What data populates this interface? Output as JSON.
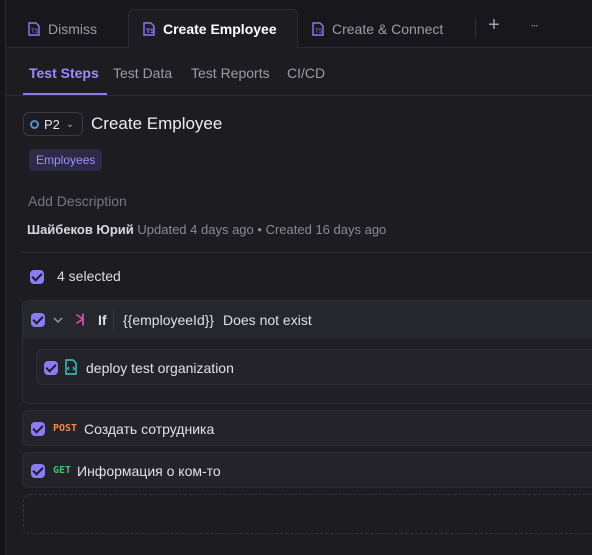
{
  "tabs": [
    {
      "label": "Dismiss",
      "icon": "test-file-icon",
      "active": false
    },
    {
      "label": "Create Employee",
      "icon": "test-file-icon",
      "active": true
    },
    {
      "label": "Create & Connect",
      "icon": "test-file-icon",
      "active": false
    }
  ],
  "tab_actions": {
    "add": "+",
    "more": "∙∙∙"
  },
  "subnav": [
    "Test Steps",
    "Test Data",
    "Test Reports",
    "CI/CD"
  ],
  "test": {
    "priority": "P2",
    "title": "Create Employee",
    "tag": "Employees",
    "description_placeholder": "Add Description",
    "author": "Шайбеков Юрий",
    "updated": "Updated 4 days ago",
    "sep": "•",
    "created": "Created 16 days ago"
  },
  "selection": {
    "label": "4 selected"
  },
  "steps": {
    "if_keyword": "If",
    "if_variable": "{{employeeId}}",
    "if_condition": "Does not exist",
    "nested": "deploy test organization",
    "post_method": "POST",
    "post_name": "Создать сотрудника",
    "get_method": "GET",
    "get_name": "Информация о ком-то"
  },
  "colors": {
    "accent": "#8b7cf6",
    "post": "#f08a4b",
    "get": "#3ec27a",
    "if": "#e24dc3",
    "script": "#3ec9c0"
  }
}
